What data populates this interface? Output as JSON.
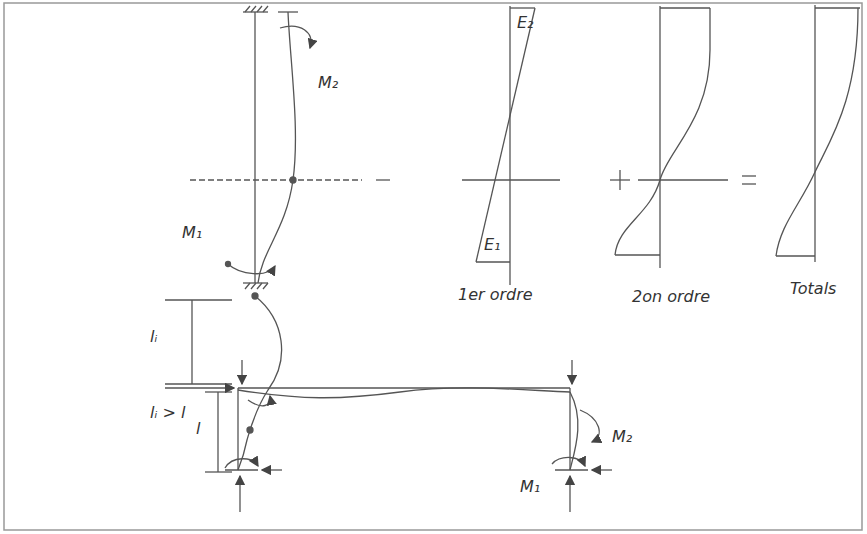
{
  "diagram": {
    "labels": [
      "M₂",
      "M₁",
      "E₂",
      "E₁",
      "1er ordre",
      "2on ordre",
      "Totals",
      "lᵢ",
      "lᵢ > l",
      "l",
      "M₂",
      "M₁"
    ]
  }
}
